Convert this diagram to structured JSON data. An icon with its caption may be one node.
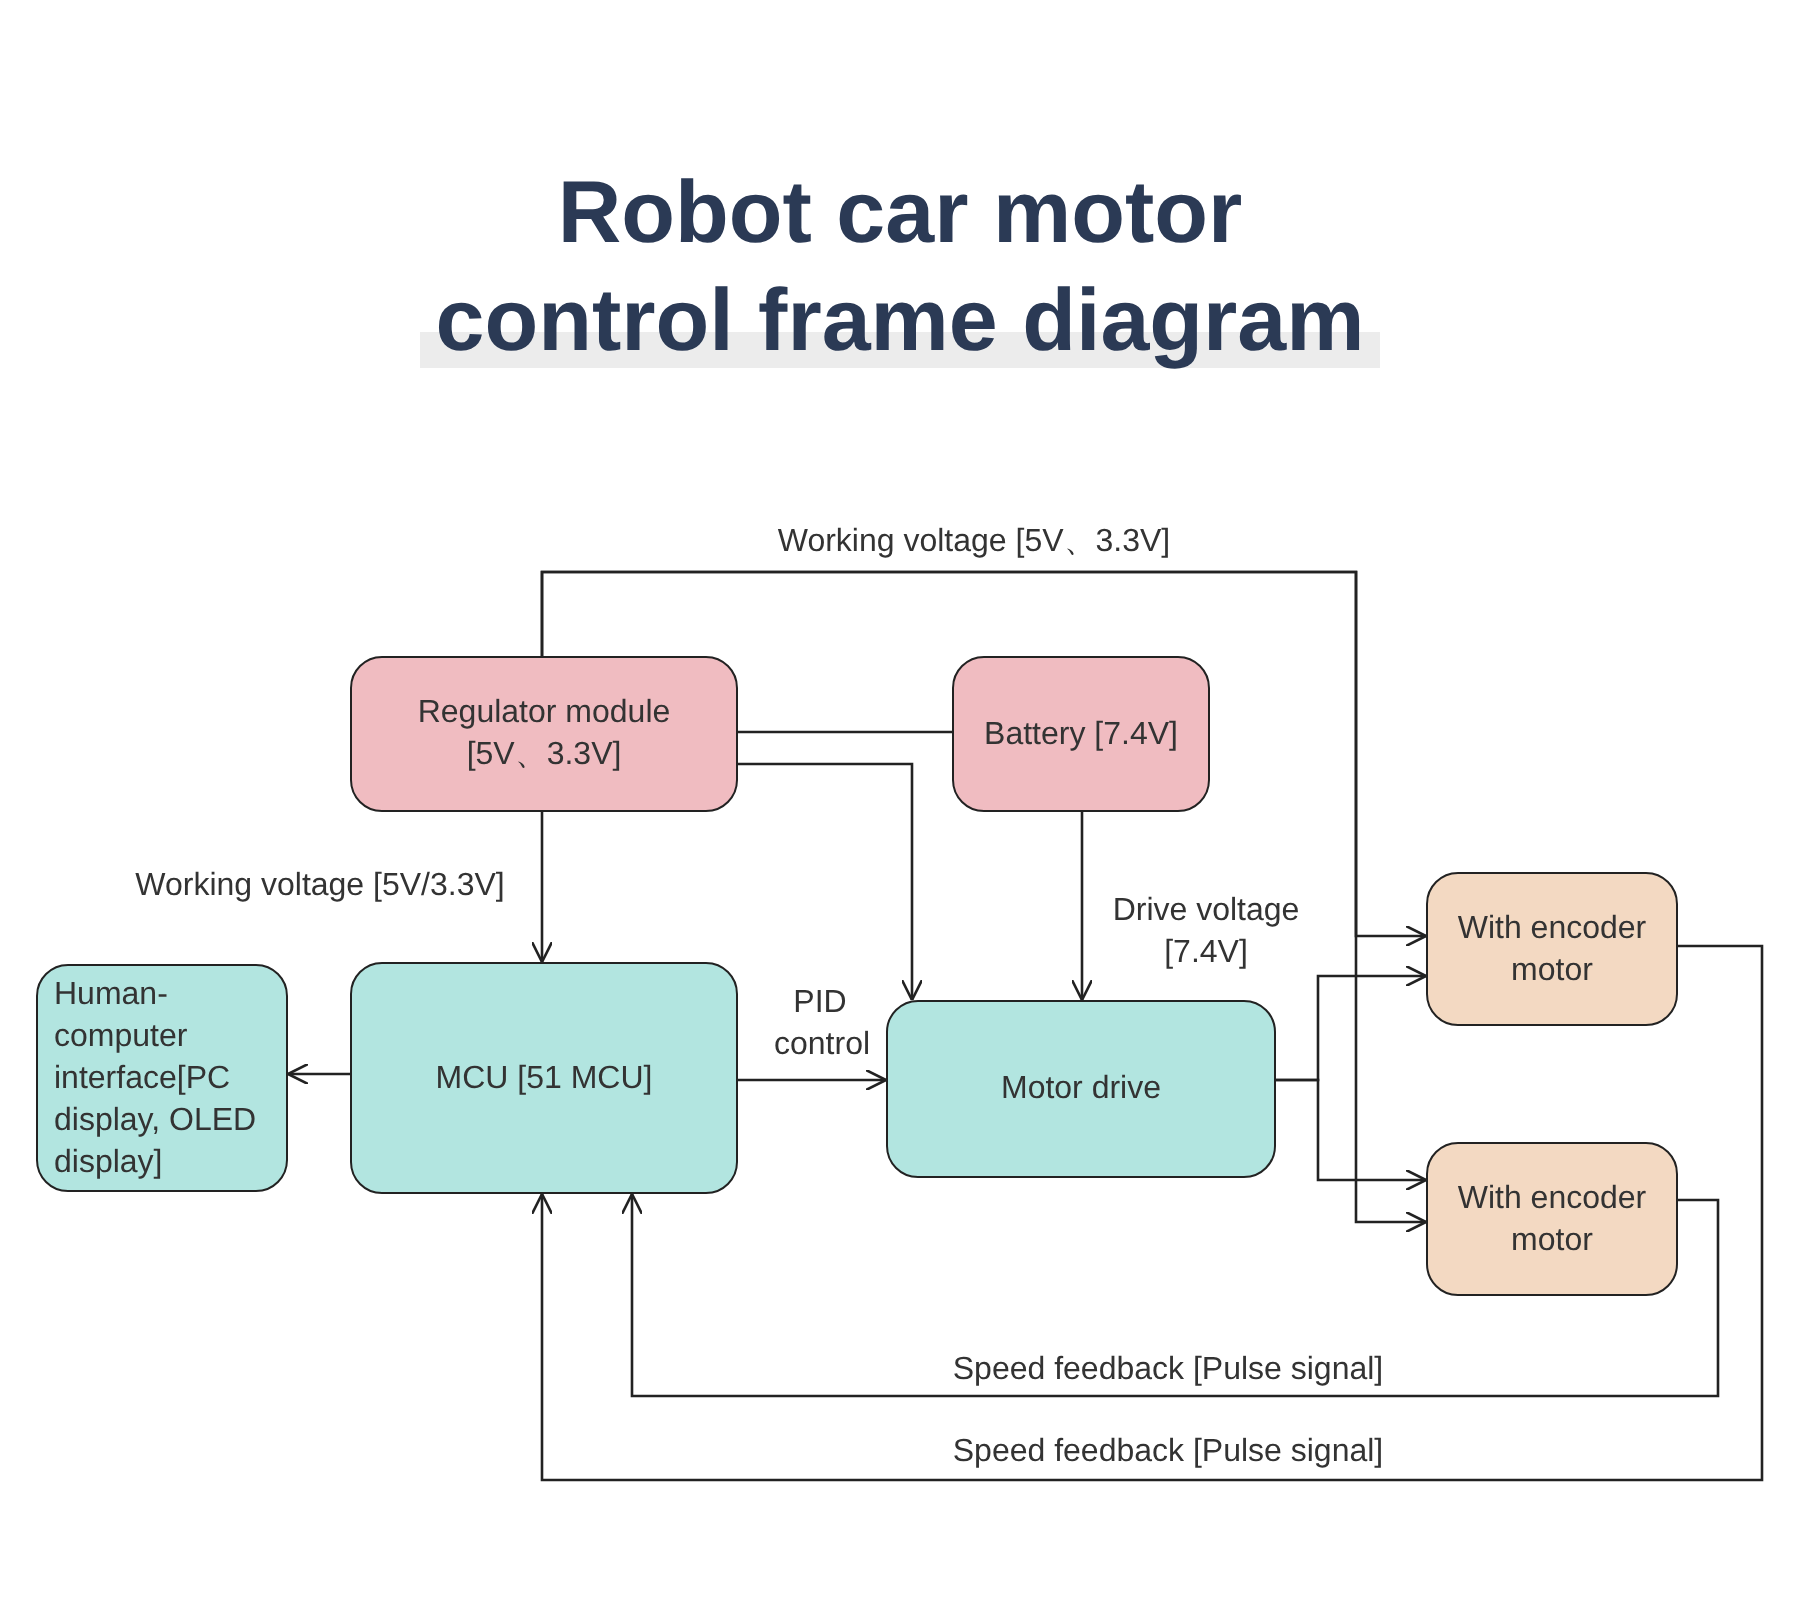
{
  "diagram": {
    "title": "Robot car motor control frame diagram",
    "nodes": [
      {
        "text": [
          "Regulator module [5V、3.3V]"
        ]
      },
      {
        "text": [
          "Battery [7.4V]"
        ]
      },
      {
        "text": [
          "Human-computer interface[PC display, OLED display]"
        ]
      },
      {
        "text": [
          "MCU [51 MCU]"
        ]
      },
      {
        "text": [
          "Motor drive"
        ]
      },
      {
        "text": [
          "With encoder motor"
        ]
      },
      {
        "text": [
          "With encoder motor"
        ]
      }
    ],
    "edges": [
      {
        "from": 1,
        "to": 0,
        "arrow": "none"
      },
      {
        "from": 0,
        "to": 5,
        "arrow": "to",
        "label": "Working voltage [5V、3.3V]"
      },
      {
        "from": 0,
        "to": 6,
        "arrow": "to"
      },
      {
        "from": 0,
        "to": 3,
        "arrow": "to",
        "label": "Working voltage [5V/3.3V]"
      },
      {
        "from": 0,
        "to": 4,
        "arrow": "to"
      },
      {
        "from": 1,
        "to": 4,
        "arrow": "to",
        "label": "Drive voltage [7.4V]"
      },
      {
        "from": 3,
        "to": 2,
        "arrow": "to"
      },
      {
        "from": 3,
        "to": 4,
        "arrow": "to",
        "label": "PID control"
      },
      {
        "from": 4,
        "to": 5,
        "arrow": "to"
      },
      {
        "from": 4,
        "to": 6,
        "arrow": "to"
      },
      {
        "from": 6,
        "to": 3,
        "arrow": "to",
        "label": "Speed feedback [Pulse signal]"
      },
      {
        "from": 5,
        "to": 3,
        "arrow": "to",
        "label": "Speed feedback [Pulse signal]"
      }
    ]
  }
}
